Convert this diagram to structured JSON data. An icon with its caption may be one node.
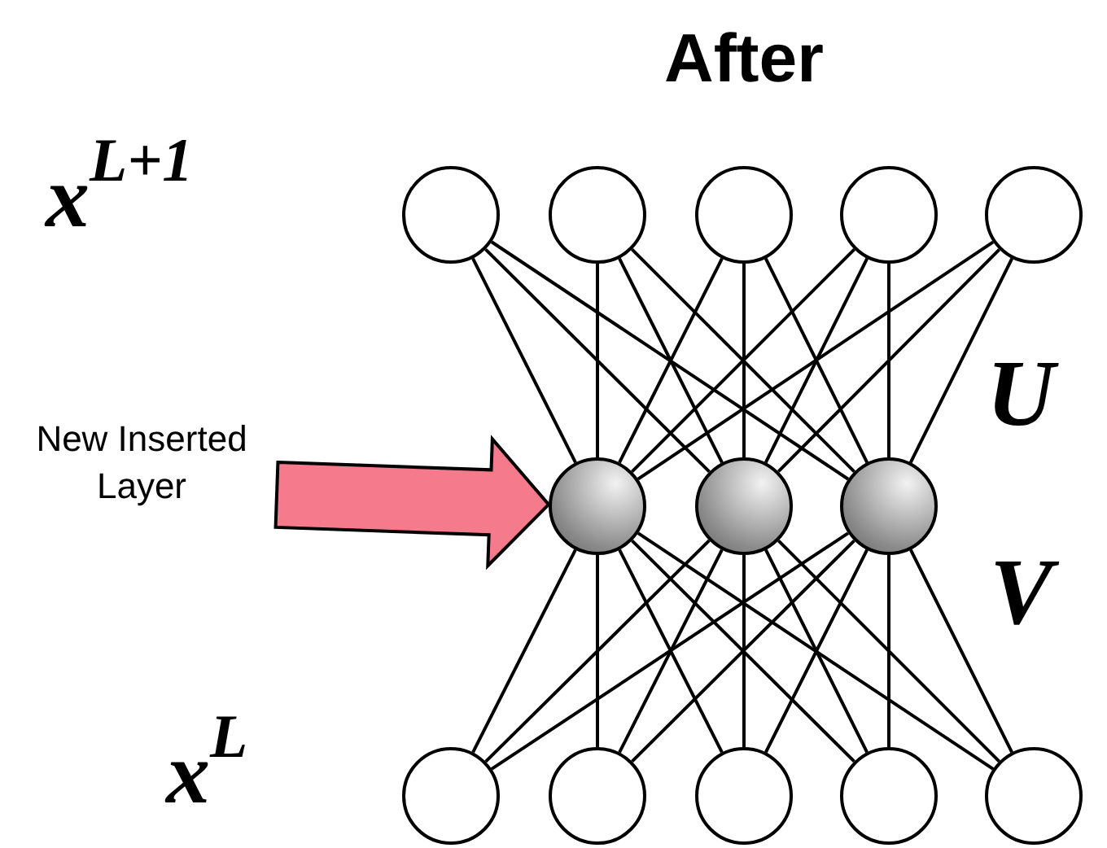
{
  "diagram": {
    "title": "After",
    "nodes": [
      {
        "text": [],
        "shape": "circle"
      },
      {
        "text": [],
        "shape": "circle"
      },
      {
        "text": [],
        "shape": "circle"
      },
      {
        "text": [],
        "shape": "circle"
      },
      {
        "text": [],
        "shape": "circle"
      },
      {
        "text": [
          "New Inserted Layer"
        ]
      },
      {
        "text": [],
        "shape": "circle"
      },
      {
        "text": [],
        "shape": "circle"
      },
      {
        "text": [],
        "shape": "circle"
      },
      {
        "text": [],
        "shape": "circle"
      },
      {
        "text": [],
        "shape": "circle"
      },
      {
        "text": [],
        "shape": "circle"
      },
      {
        "text": [],
        "shape": "circle"
      },
      {
        "text": [],
        "shape": "circle"
      }
    ],
    "edges": [
      {
        "from": 0,
        "to": 6,
        "arrow": "none"
      },
      {
        "from": 0,
        "to": 7,
        "arrow": "none"
      },
      {
        "from": 0,
        "to": 8,
        "arrow": "none"
      },
      {
        "from": 1,
        "to": 6,
        "arrow": "none"
      },
      {
        "from": 1,
        "to": 7,
        "arrow": "none"
      },
      {
        "from": 1,
        "to": 8,
        "arrow": "none"
      },
      {
        "from": 2,
        "to": 6,
        "arrow": "none"
      },
      {
        "from": 2,
        "to": 7,
        "arrow": "none"
      },
      {
        "from": 2,
        "to": 8,
        "arrow": "none"
      },
      {
        "from": 3,
        "to": 6,
        "arrow": "none"
      },
      {
        "from": 3,
        "to": 7,
        "arrow": "none"
      },
      {
        "from": 3,
        "to": 8,
        "arrow": "none"
      },
      {
        "from": 4,
        "to": 6,
        "arrow": "none"
      },
      {
        "from": 4,
        "to": 7,
        "arrow": "none"
      },
      {
        "from": 4,
        "to": 8,
        "arrow": "none"
      },
      {
        "from": 6,
        "to": 9,
        "arrow": "none"
      },
      {
        "from": 6,
        "to": 10,
        "arrow": "none"
      },
      {
        "from": 6,
        "to": 11,
        "arrow": "none"
      },
      {
        "from": 6,
        "to": 12,
        "arrow": "none"
      },
      {
        "from": 6,
        "to": 13,
        "arrow": "none"
      },
      {
        "from": 7,
        "to": 9,
        "arrow": "none"
      },
      {
        "from": 7,
        "to": 10,
        "arrow": "none"
      },
      {
        "from": 7,
        "to": 11,
        "arrow": "none"
      },
      {
        "from": 7,
        "to": 12,
        "arrow": "none"
      },
      {
        "from": 7,
        "to": 13,
        "arrow": "none"
      },
      {
        "from": 8,
        "to": 9,
        "arrow": "none"
      },
      {
        "from": 8,
        "to": 10,
        "arrow": "none"
      },
      {
        "from": 8,
        "to": 11,
        "arrow": "none"
      },
      {
        "from": 8,
        "to": 12,
        "arrow": "none"
      },
      {
        "from": 8,
        "to": 13,
        "arrow": "none"
      },
      {
        "from": 5,
        "to": 6,
        "arrow": "to",
        "style": "thick",
        "color": "#f47a8c"
      }
    ],
    "labels": [
      "x$^{L+1}$",
      "U",
      "V",
      "x$^{L}$"
    ]
  }
}
